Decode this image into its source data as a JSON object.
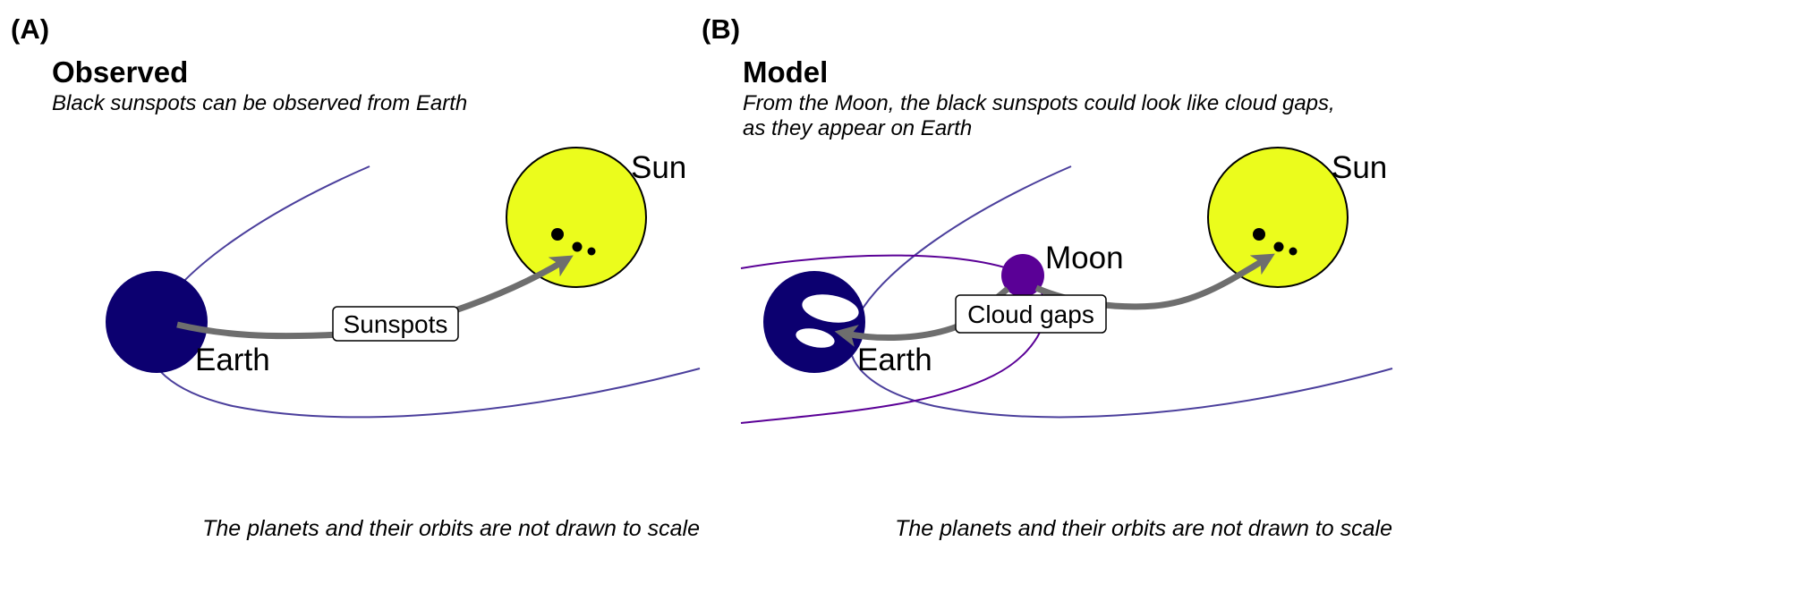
{
  "colors": {
    "earth": "#0c0070",
    "sun": "#ebfc1c",
    "moon": "#5a0096",
    "orbit_earth": "#4b3f9c",
    "orbit_moon": "#5a0096",
    "arrow": "#6e6e6e"
  },
  "panel_a": {
    "tag": "(A)",
    "title": "Observed",
    "subtitle": "Black sunspots can be observed from Earth",
    "earth_label": "Earth",
    "sun_label": "Sun",
    "arrow_label": "Sunspots",
    "footer": "The planets and their orbits are not drawn to scale"
  },
  "panel_b": {
    "tag": "(B)",
    "title": "Model",
    "subtitle_line1": "From the Moon, the black sunspots could look like cloud gaps,",
    "subtitle_line2": "as they appear on Earth",
    "earth_label": "Earth",
    "moon_label": "Moon",
    "sun_label": "Sun",
    "arrow_label": "Cloud gaps",
    "footer": "The planets and their orbits are not drawn to scale"
  }
}
